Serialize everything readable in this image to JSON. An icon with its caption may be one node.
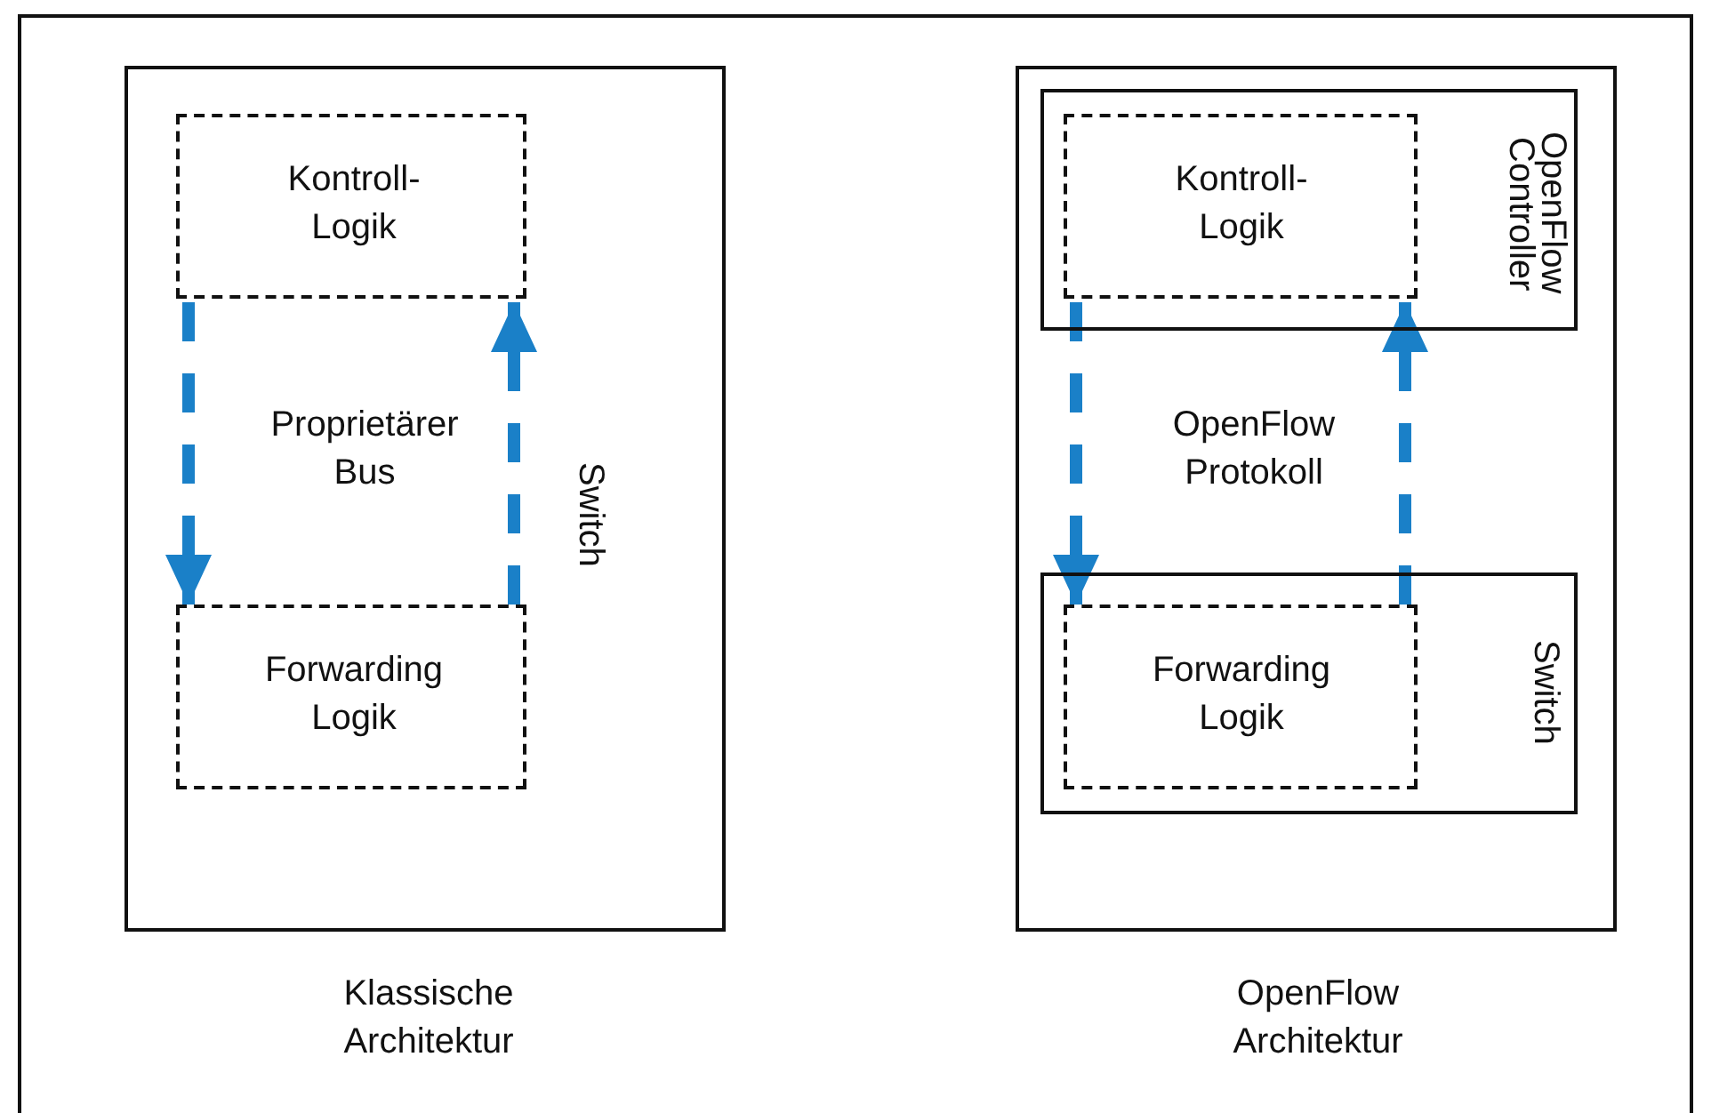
{
  "diagram": {
    "nodes": [
      {
        "text": [
          "Switch"
        ]
      },
      {
        "text": [
          "Kontroll-Logik"
        ],
        "in": 0
      },
      {
        "text": [
          "Forwarding Logik"
        ],
        "in": 0
      },
      {
        "text": [],
        "shape": "box"
      },
      {
        "text": [
          "OpenFlow Controller"
        ],
        "in": 3
      },
      {
        "text": [
          "Kontroll-Logik"
        ],
        "in": 4
      },
      {
        "text": [
          "Switch"
        ],
        "in": 3
      },
      {
        "text": [
          "Forwarding Logik"
        ],
        "in": 6
      }
    ],
    "edges": [
      {
        "from": 1,
        "to": 2,
        "arrow": "to",
        "style": "dashed"
      },
      {
        "from": 2,
        "to": 1,
        "arrow": "to",
        "style": "dashed"
      },
      {
        "from": 5,
        "to": 7,
        "arrow": "to",
        "style": "dashed"
      },
      {
        "from": 7,
        "to": 5,
        "arrow": "to",
        "style": "dashed"
      }
    ],
    "labels": [
      "Proprietärer Bus",
      "OpenFlow Protokoll",
      "Klassische Architektur",
      "OpenFlow Architektur"
    ]
  }
}
